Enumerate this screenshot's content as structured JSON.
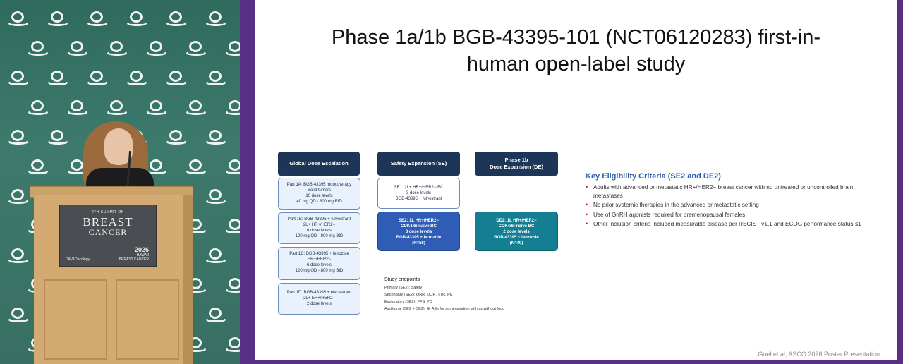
{
  "sign": {
    "summit": "4TH SUMMIT ON",
    "breast": "BREAST",
    "cancer": "CANCER",
    "dava": "DAVAOncology",
    "hawaii_year": "2026",
    "hawaii_name": "HAWAII",
    "hawaii_sub": "BREAST CANCER"
  },
  "slide": {
    "title_line1": "Phase 1a/1b BGB-43395-101 (NCT06120283) first-in-",
    "title_line2": "human open-label study",
    "headers": {
      "global": "Global Dose Escalation",
      "safety": "Safety Expansion (SE)",
      "phase1b_l1": "Phase 1b",
      "phase1b_l2": "Dose Expansion (DE)"
    },
    "part1a": [
      "Part 1A: BGB-43395 monotherapy",
      "Solid tumors",
      "10 dose levels",
      "40 mg QD - 800 mg BID"
    ],
    "part1b": [
      "Part 1B: BGB-43395 + fulvestrant",
      "2L+ HR+/HER2−",
      "6 dose levels",
      "120 mg QD - 800 mg BID"
    ],
    "part1c": [
      "Part 1C: BGB-43395 + letrozole",
      "HR+/HER2−",
      "6 dose levels",
      "120 mg QD - 800 mg BID"
    ],
    "part1d": [
      "Part 1D: BGB-43395 + elacestrant",
      "2L+ ER+/HER2−",
      "2 dose levels"
    ],
    "se1": [
      "SE1: 2L+ HR+/HER2− BC",
      "3 dose levels",
      "BGB-43395 + fulvestrant"
    ],
    "se2": [
      "SE2: 1L HR+/HER2−",
      "CDK4/6i-naive BC",
      "3 dose levels",
      "BGB-43395 + letrozole",
      "(N=58)"
    ],
    "de2": [
      "DE2: 1L HR+/HER2−",
      "CDK4/6i-naive BC",
      "2 dose levels",
      "BGB-43395 + letrozole",
      "(N=40)"
    ],
    "endpoints": {
      "title": "Study endpoints",
      "primary": "Primary (SE2): Safety",
      "secondary": "Secondary (SE2): ORR, DOR, TTR, PK",
      "exploratory": "Exploratory (SE2): PFS, PD",
      "additional": "Additional (SE2 + DE2): GI AEs for administration with vs without food"
    },
    "criteria": {
      "title": "Key Eligibility Criteria (SE2 and DE2)",
      "items": [
        "Adults with advanced or metastatic HR+/HER2− breast cancer with no untreated or uncontrolled brain metastases",
        "No prior systemic therapies in the advanced or metastatic setting",
        "Use of GnRH agonists required for premenopausal females",
        "Other inclusion criteria included measurable disease per RECIST v1.1 and ECOG performance status ≤1"
      ]
    },
    "citation": "Goel et al, ASCO 2026 Poster Presentation"
  }
}
